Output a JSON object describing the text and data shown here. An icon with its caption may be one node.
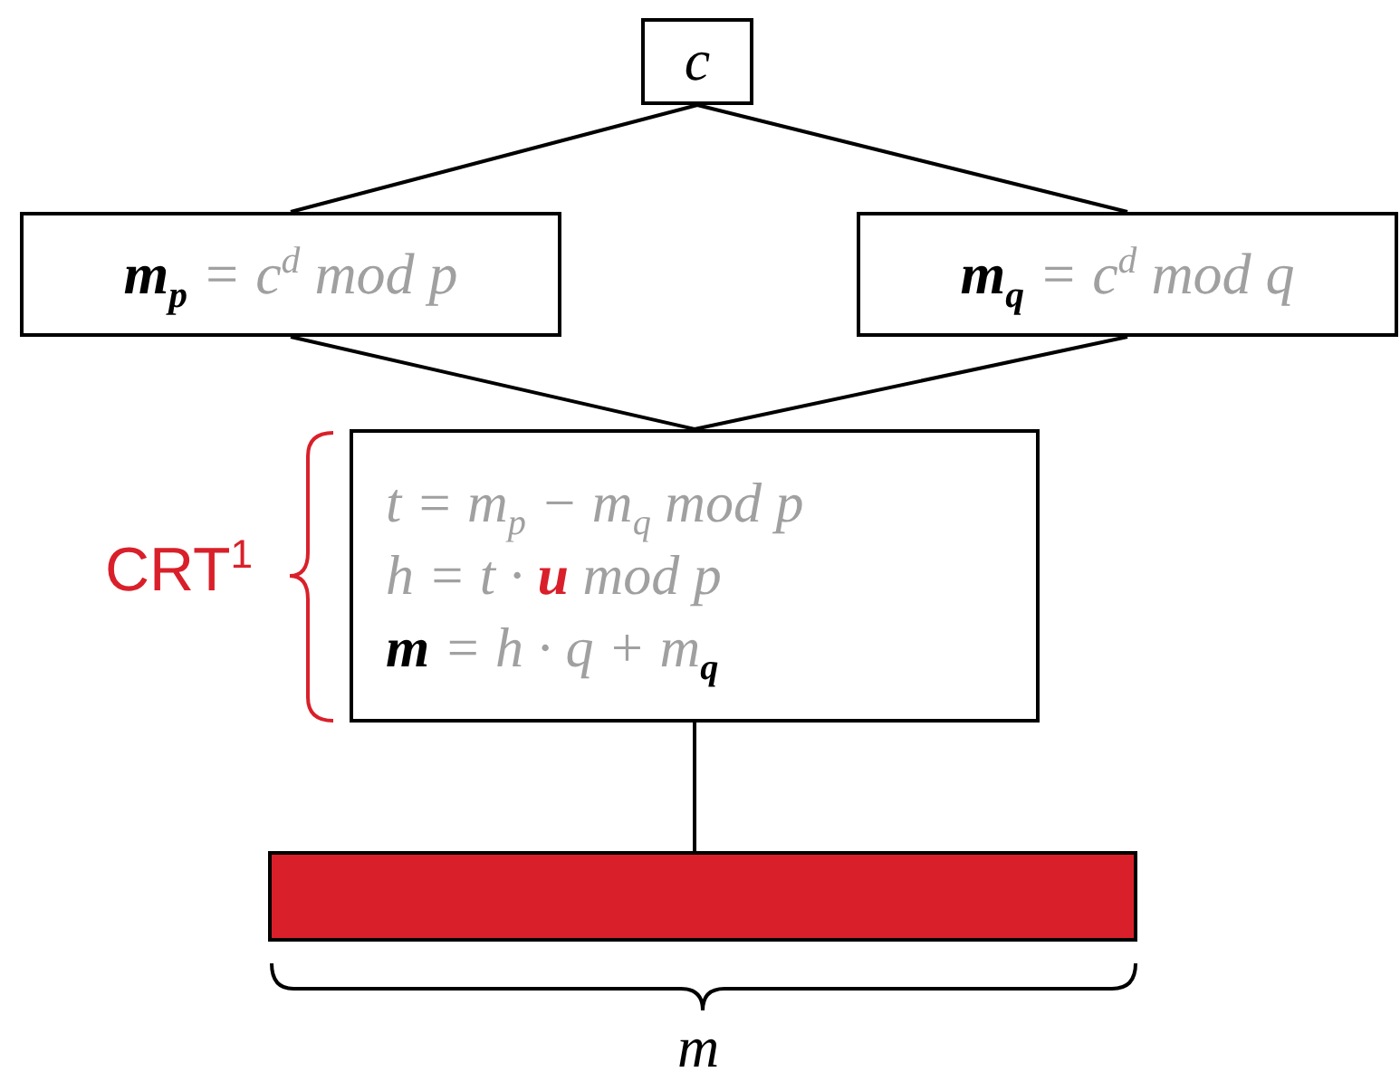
{
  "diagram": {
    "nodes": [
      {
        "text": [
          "c"
        ]
      },
      {
        "text": [
          "**m**$_{p}$ = c$^{d}$ mod p"
        ]
      },
      {
        "text": [
          "**m**$_{q}$ = c$^{d}$ mod q"
        ]
      },
      {
        "text": [
          "t = m$_{p}$ − m$_{q}$ mod p",
          "h = t · **u** mod p",
          "**m** = h · q + m$_{q}$"
        ]
      },
      {
        "text": [],
        "shape": "bar"
      }
    ],
    "edges": [
      {
        "from": 0,
        "to": 1,
        "arrow": "none"
      },
      {
        "from": 0,
        "to": 2,
        "arrow": "none"
      },
      {
        "from": 1,
        "to": 3,
        "arrow": "none"
      },
      {
        "from": 2,
        "to": 3,
        "arrow": "none"
      },
      {
        "from": 3,
        "to": 4,
        "arrow": "none"
      }
    ],
    "labels": [
      "CRT$^{1}$",
      "m"
    ]
  }
}
